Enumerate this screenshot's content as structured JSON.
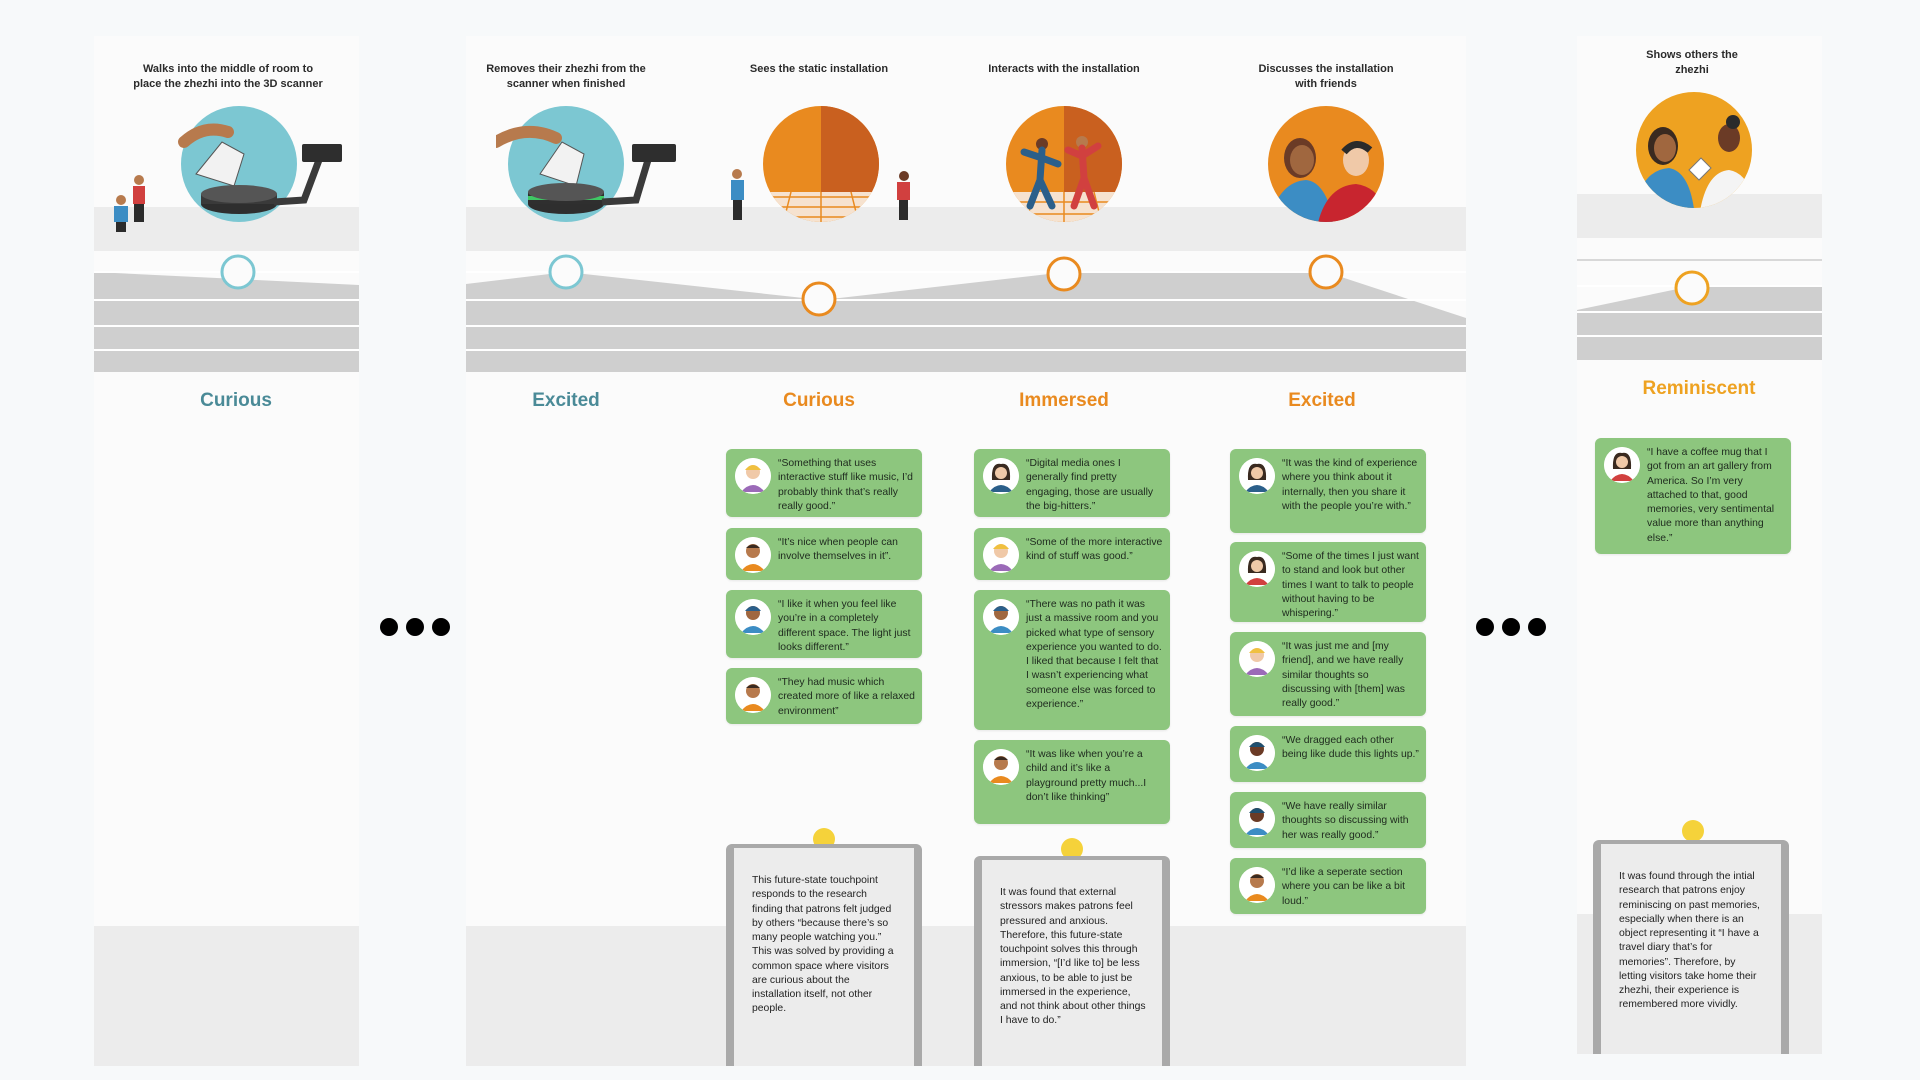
{
  "colors": {
    "teal": "#4a8a97",
    "orange": "#e98a1f",
    "quote_green": "#8dc67e",
    "band_gray": "#ececec",
    "curve_gray": "#cfcfcf",
    "marker_teal": "#7cc7d2",
    "marker_orange": "#e98a1f"
  },
  "steps": [
    {
      "title": "Walks into the middle of room to\nplace the zhezhi into the 3D scanner",
      "emotion": "Curious",
      "scene_icon": "scanner-icon"
    },
    {
      "title": "Removes their zhezhi from the\nscanner when finished",
      "emotion": "Excited",
      "scene_icon": "scanner-icon"
    },
    {
      "title": "Sees the static installation",
      "emotion": "Curious",
      "scene_icon": "room-icon"
    },
    {
      "title": "Interacts with the installation",
      "emotion": "Immersed",
      "scene_icon": "dancing-people-icon"
    },
    {
      "title": "Discusses the installation\nwith friends",
      "emotion": "Excited",
      "scene_icon": "conversation-icon"
    },
    {
      "title": "Shows others the\nzhezhi",
      "emotion": "Reminiscent",
      "scene_icon": "sharing-icon"
    }
  ],
  "quotes": {
    "col3": [
      "“Something that uses interactive stuff like music, I’d probably think that’s really really good.”",
      "“It’s nice when people can involve themselves in it”.",
      "“I like it when you feel like you’re in a completely different space. The light just looks different.”",
      "“They had music which created more of like a relaxed environment”"
    ],
    "col4": [
      "“Digital media ones I generally find pretty engaging, those are usually the big-hitters.”",
      "“Some of the more interactive kind of stuff was good.”",
      "“There was no path it was just a massive room and you picked what type of sensory experience you wanted to do. I liked that because I felt that I wasn’t experiencing what someone else was forced to experience.”",
      "“It was like when you’re a child and it’s like a playground pretty much...I don’t like thinking”"
    ],
    "col5": [
      "“It was the kind of experience where you think about it internally, then you share it with the people you’re with.”",
      "“Some of the times I just want to stand and look but other times I want to talk to people without having to be whispering.”",
      "“It was just me and [my friend], and we have really similar thoughts so discussing with [them] was really good.”",
      "“We dragged each other being like dude this lights up.”",
      "“We have really similar thoughts so discussing with her was really good.”",
      "“I’d like a seperate section where you can be like a bit loud.”"
    ],
    "col6": [
      "“I have a coffee mug that I got from an art gallery from America. So I’m very attached to that, good memories, very sentimental value more than anything else.”"
    ]
  },
  "insights": [
    "This future-state touchpoint responds to the research finding that patrons felt judged by others “because there’s so many people watching you.” This was solved by providing a common space where visitors are curious about the installation itself, not other people.",
    "It was found that external stressors makes patrons feel pressured and anxious. Therefore, this future-state touchpoint solves this through immersion, “[I’d like to] be less anxious, to be able to just be immersed in the experience, and not think about other things I have to do.”",
    "It was found through the intial research that patrons enjoy reminiscing on past memories, especially when there is an object representing it “I have a travel diary that’s for memories”. Therefore, by letting visitors take home their zhezhi, their experience is remembered more vividly."
  ],
  "icons": {
    "ellipsis": "ellipsis-icon",
    "lightbulb": "lightbulb-icon",
    "avatar": "person-avatar-icon"
  }
}
